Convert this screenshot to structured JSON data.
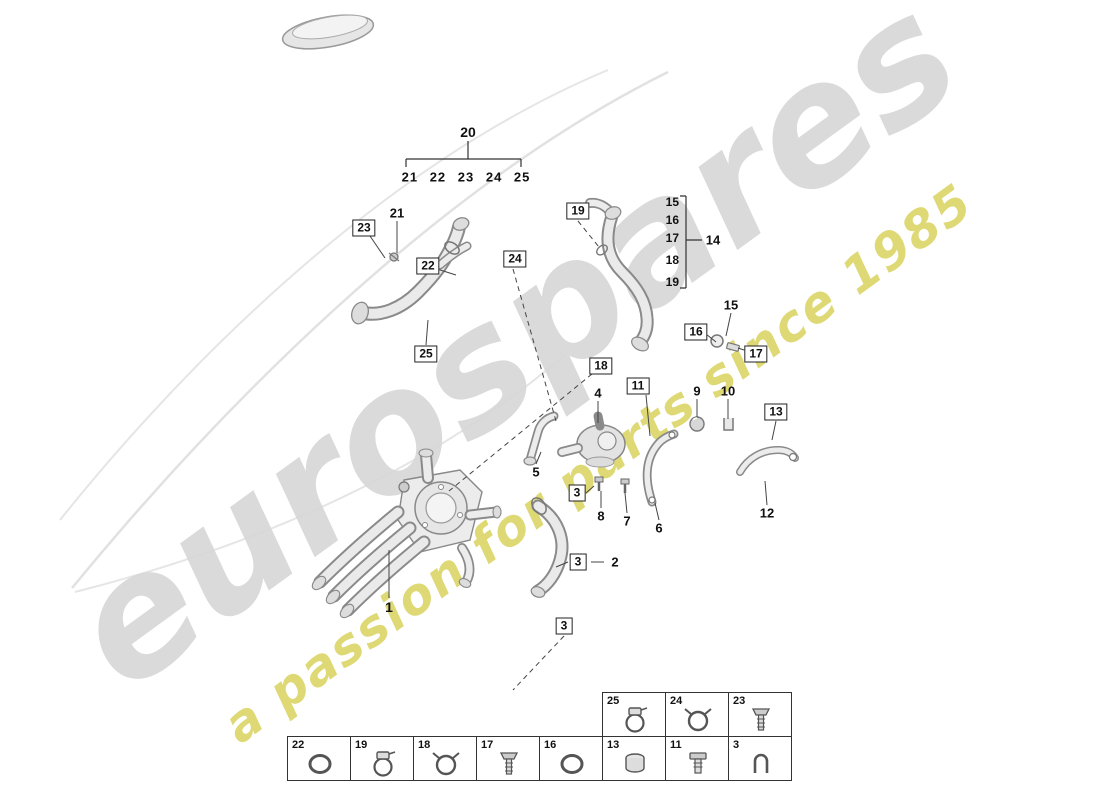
{
  "watermark": {
    "brand": "eurospares",
    "tagline": "a passion for parts since 1985",
    "brand_color": "#d7d7d7",
    "tagline_color": "#d9d35e"
  },
  "assembly_group": {
    "label": "20",
    "members": "21 22 23 24 25"
  },
  "pipe_group": {
    "label": "14",
    "items": [
      "15",
      "16",
      "17",
      "18",
      "19"
    ]
  },
  "callouts": {
    "boxed": [
      {
        "text": "23"
      },
      {
        "text": "22"
      },
      {
        "text": "24"
      },
      {
        "text": "19"
      },
      {
        "text": "25"
      },
      {
        "text": "16"
      },
      {
        "text": "17"
      },
      {
        "text": "18"
      },
      {
        "text": "11"
      },
      {
        "text": "13"
      },
      {
        "text": "3"
      },
      {
        "text": "3"
      },
      {
        "text": "3"
      }
    ],
    "plain": [
      {
        "text": "20"
      },
      {
        "text": "21"
      },
      {
        "text": "15"
      },
      {
        "text": "14"
      },
      {
        "text": "4"
      },
      {
        "text": "9"
      },
      {
        "text": "10"
      },
      {
        "text": "5"
      },
      {
        "text": "8"
      },
      {
        "text": "7"
      },
      {
        "text": "6"
      },
      {
        "text": "12"
      },
      {
        "text": "1"
      },
      {
        "text": "2"
      }
    ]
  },
  "legend": {
    "top_row": [
      {
        "num": "25",
        "icon": "clamp-worm"
      },
      {
        "num": "24",
        "icon": "clamp-band"
      },
      {
        "num": "23",
        "icon": "screw"
      }
    ],
    "bottom_row": [
      {
        "num": "22",
        "icon": "oring"
      },
      {
        "num": "19",
        "icon": "clamp-worm"
      },
      {
        "num": "18",
        "icon": "clamp-band"
      },
      {
        "num": "17",
        "icon": "screw"
      },
      {
        "num": "16",
        "icon": "oring"
      },
      {
        "num": "13",
        "icon": "plug"
      },
      {
        "num": "11",
        "icon": "bolt"
      },
      {
        "num": "3",
        "icon": "clip"
      }
    ]
  }
}
